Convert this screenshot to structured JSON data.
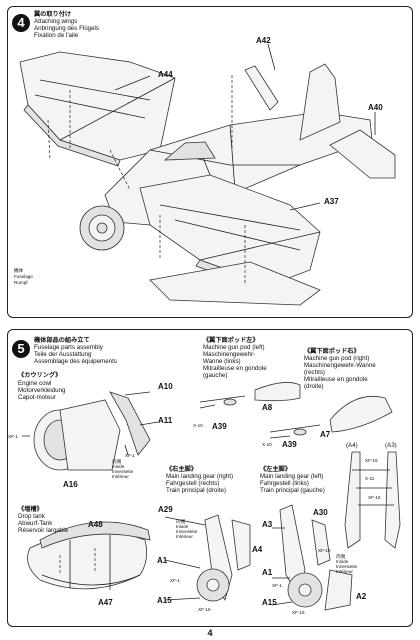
{
  "page_number": "4",
  "step4": {
    "number": "4",
    "title_jp": "翼の取り付け",
    "title_en": "Attaching wings",
    "title_de": "Anbringung des Flügels",
    "title_fr": "Fixation de l'aile",
    "parts": {
      "a42": "A42",
      "a44": "A44",
      "a40": "A40",
      "a37": "A37"
    },
    "fuselage_jp": "機体",
    "fuselage_en": "Fuselage",
    "fuselage_de": "Rumpf"
  },
  "step5": {
    "number": "5",
    "title_jp": "機体部品の組み立て",
    "title_en": "Fuselage parts assembly",
    "title_de": "Teile der Ausstattung",
    "title_fr": "Assemblage des équipements",
    "cowl": {
      "jp": "《カウリング》",
      "en": "Engine cowl",
      "de": "Motorverkleidung",
      "fr": "Capot-moteur",
      "a10": "A10",
      "a11": "A11",
      "a16": "A16",
      "xf1a": "XF-1",
      "xf1b": "XF-1",
      "inside_jp": "内側",
      "inside_en": "Inside",
      "inside_de": "Innenseite",
      "inside_fr": "Intérieur"
    },
    "gun_left": {
      "jp": "《翼下面ポッド左》",
      "en": "Machine gun pod (left)",
      "de": "Maschinengewehr-",
      "de2": "Wanne (links)",
      "fr": "Mitrailleuse en gondole",
      "fr2": "(gauche)",
      "a8": "A8",
      "a39": "A39",
      "x10": "X-10"
    },
    "gun_right": {
      "jp": "《翼下面ポッド右》",
      "en": "Machine gun pod (right)",
      "de": "Maschinengewehr-Wanne",
      "de2": "(rechts)",
      "fr": "Mitrailleuse en gondole",
      "fr2": "(droite)",
      "a7": "A7",
      "a39": "A39",
      "x10": "X-10"
    },
    "a4a3": {
      "a4": "(A4)",
      "a3": "(A3)",
      "xf16a": "XF-16",
      "xf16b": "XF-16",
      "x11": "X-11"
    },
    "drop_tank": {
      "jp": "《増槽》",
      "en": "Drop tank",
      "de": "Abwurf-Tank",
      "fr": "Réservoir largable",
      "a48": "A48",
      "a47": "A47"
    },
    "gear_right": {
      "jp": "《右主脚》",
      "en": "Main landing gear (right)",
      "de": "Fahrgestell (rechts)",
      "fr": "Train principal (droite)",
      "a29": "A29",
      "a4": "A4",
      "a1": "A1",
      "a15": "A15",
      "xf1": "XF-1",
      "xf16": "XF-16",
      "inside_jp": "内側",
      "inside_en": "Inside",
      "inside_de": "Innenseite",
      "inside_fr": "Intérieur"
    },
    "gear_left": {
      "jp": "《左主脚》",
      "en": "Main landing gear (left)",
      "de": "Fahrgestell (links)",
      "fr": "Train principal (gauche)",
      "a3": "A3",
      "a30": "A30",
      "a1": "A1",
      "a2": "A2",
      "a15": "A15",
      "xf1": "XF-1",
      "xf16a": "XF-16",
      "xf16b": "XF-16",
      "inside_jp": "内側",
      "inside_en": "Inside",
      "inside_de": "Innenseite",
      "inside_fr": "Intérieur"
    }
  }
}
